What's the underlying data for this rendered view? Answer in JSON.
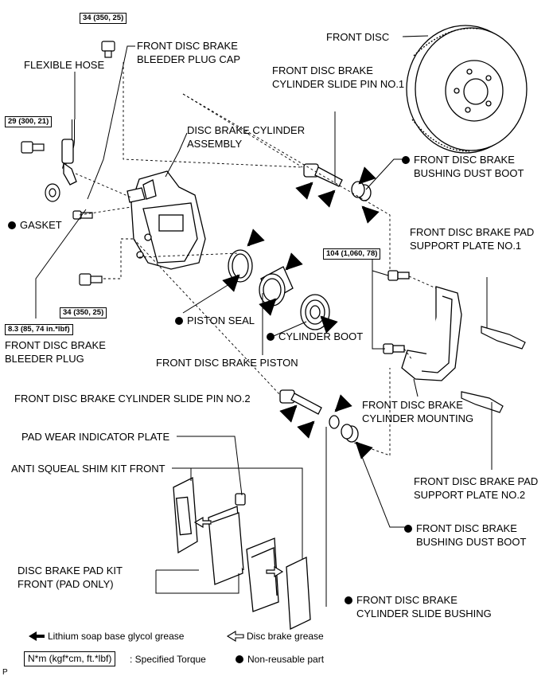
{
  "labels": {
    "front_disc": "FRONT DISC",
    "slide_pin_1": "FRONT DISC BRAKE\nCYLINDER SLIDE PIN NO.1",
    "bleeder_cap": "FRONT DISC BRAKE\nBLEEDER PLUG CAP",
    "flexible_hose": "FLEXIBLE HOSE",
    "cylinder_assembly": "DISC BRAKE CYLINDER\nASSEMBLY",
    "bushing_dust_boot_top": "FRONT DISC BRAKE\nBUSHING DUST BOOT",
    "gasket": "GASKET",
    "pad_support_1": "FRONT DISC BRAKE PAD\nSUPPORT PLATE NO.1",
    "piston_seal": "PISTON SEAL",
    "cylinder_boot": "CYLINDER BOOT",
    "bleeder_plug": "FRONT DISC BRAKE\nBLEEDER PLUG",
    "brake_piston": "FRONT DISC BRAKE PISTON",
    "slide_pin_2": "FRONT DISC BRAKE CYLINDER SLIDE PIN NO.2",
    "cylinder_mounting": "FRONT DISC BRAKE\nCYLINDER MOUNTING",
    "wear_indicator": "PAD WEAR INDICATOR PLATE",
    "shim_kit": "ANTI SQUEAL SHIM KIT FRONT",
    "pad_support_2": "FRONT DISC BRAKE PAD\nSUPPORT PLATE NO.2",
    "bushing_dust_boot_bottom": "FRONT DISC BRAKE\nBUSHING DUST BOOT",
    "pad_kit": "DISC BRAKE PAD KIT\nFRONT (PAD ONLY)",
    "slide_bushing": "FRONT DISC BRAKE\nCYLINDER SLIDE BUSHING"
  },
  "torques": {
    "t_top": "34 (350, 25)",
    "t_left": "29 (300, 21)",
    "t_mid": "34 (350, 25)",
    "t_bleeder": "8.3 (85, 74 in.*lbf)",
    "t_mounting": "104 (1,060, 78)"
  },
  "legend": {
    "lithium": "Lithium soap base glycol grease",
    "disc_grease": "Disc brake grease",
    "torque_unit": "N*m (kgf*cm, ft.*lbf)",
    "torque_desc": ": Specified Torque",
    "non_reusable": "Non-reusable part"
  },
  "corner_mark": "P"
}
